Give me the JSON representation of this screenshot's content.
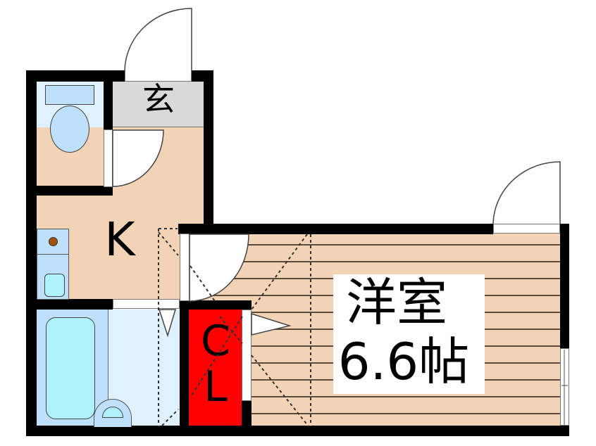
{
  "floorplan": {
    "rooms": [
      {
        "id": "genkan",
        "label": "玄",
        "meaning": "entrance",
        "color": "#d9d9d9"
      },
      {
        "id": "kitchen",
        "label": "K",
        "color": "#f3d3b6"
      },
      {
        "id": "toilet",
        "label": "",
        "color": "#dff1fd"
      },
      {
        "id": "bath",
        "label": "",
        "color": "#dff1fd"
      },
      {
        "id": "closet",
        "label_top": "C",
        "label_bottom": "L",
        "color": "#ff0000"
      },
      {
        "id": "western-room",
        "label_line1": "洋室",
        "label_line2": "6.6帖",
        "color": "#f3d3b6"
      }
    ],
    "colors": {
      "wall": "#000000",
      "floor_wood": "#f3d3b6",
      "floor_stripe": "#5a4a3a",
      "wet_area": "#dff1fd",
      "fixture": "#bfe0fb",
      "fixture_water": "#aef1fb",
      "genkan": "#d9d9d9",
      "closet": "#ff0000",
      "stove_dot": "#a0500f"
    }
  }
}
